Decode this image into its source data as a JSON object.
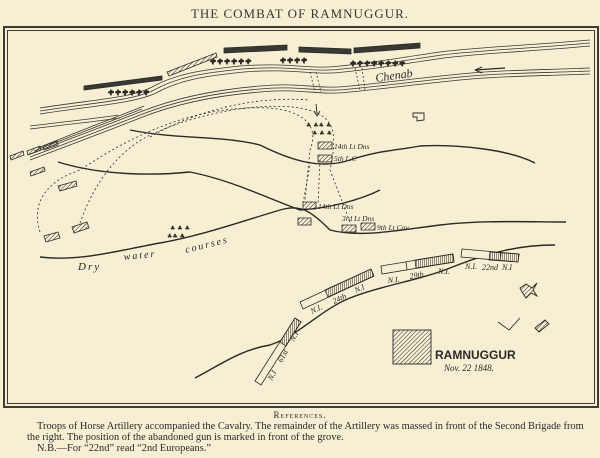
{
  "title": "THE COMBAT OF RAMNUGGUR.",
  "map": {
    "river_label": "Chenab",
    "dry_courses_label": [
      "Dry",
      "water",
      "courses"
    ],
    "town_label": "RAMNUGGUR",
    "date_label": "Nov. 22 1848.",
    "units": {
      "cav_14_upper": "14th Lt Dns",
      "cav_5_lc": "5th L.C",
      "cav_14_lower": "14th Lt Dns",
      "cav_3": "3rd Lt Dns",
      "cav_9": "9th Lt Cav.",
      "inf_29_left": "N.I.",
      "inf_29_mid": "29th",
      "inf_29_right": "N.I.",
      "inf_22_left": "N.I.",
      "inf_22_mid": "22nd",
      "inf_22_right": "N.I",
      "inf_24_left": "N.I.",
      "inf_24_mid": "24th",
      "inf_24_right": "N.I",
      "inf_61_left": "N.I",
      "inf_61_mid": "61st",
      "inf_61_right": "N.I"
    },
    "colors": {
      "paper": "#f6efd3",
      "ink": "#2b2a26"
    }
  },
  "references": {
    "heading": "References.",
    "line1": "Troops of Horse Artillery accompanied the Cavalry.  The remainder of the Artillery was massed in front of the Second Brigade from the right.  The position of the abandoned gun is marked in front of the grove.",
    "note": "N.B.—For “22nd” read “2nd Europeans.”"
  }
}
